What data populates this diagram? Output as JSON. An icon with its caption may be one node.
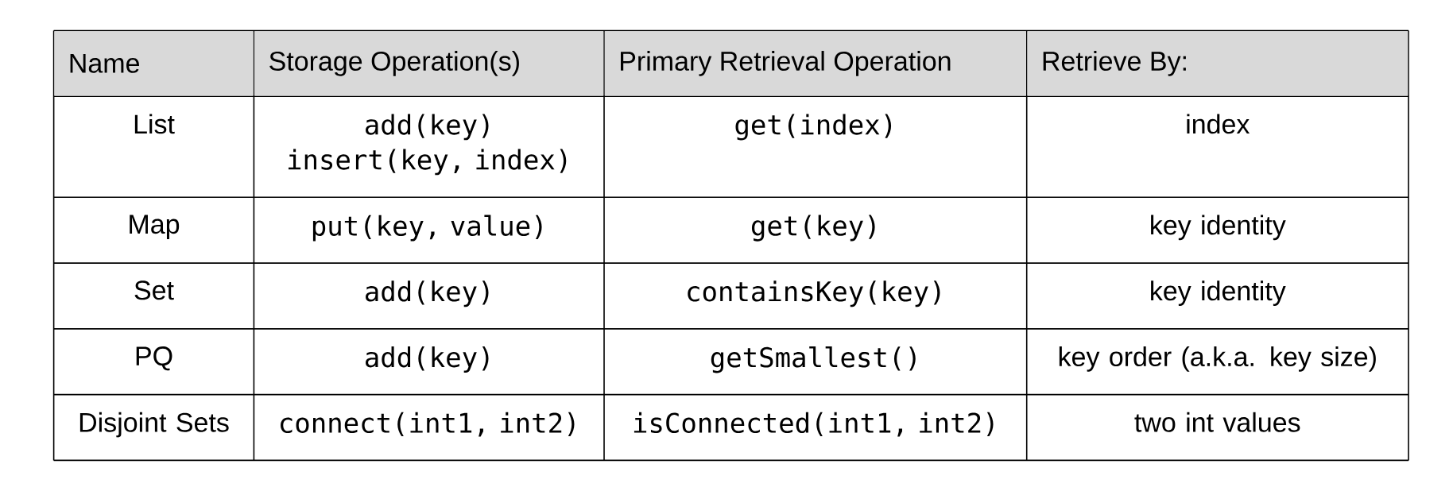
{
  "diagram": {
    "labels": [
      "Name",
      "Storage Operation(s)",
      "Primary Retrieval Operation",
      "Retrieve By:",
      "List",
      "add(key) insert(key, index)",
      "get(index)",
      "index",
      "Map",
      "put(key, value)",
      "get(key)",
      "key identity",
      "Set",
      "add(key)",
      "containsKey(key)",
      "key identity",
      "PQ",
      "add(key)",
      "getSmallest()",
      "key order (a.k.a. key size)",
      "Disjoint Sets",
      "connect(int1, int2)",
      "isConnected(int1, int2)",
      "two int values"
    ]
  }
}
